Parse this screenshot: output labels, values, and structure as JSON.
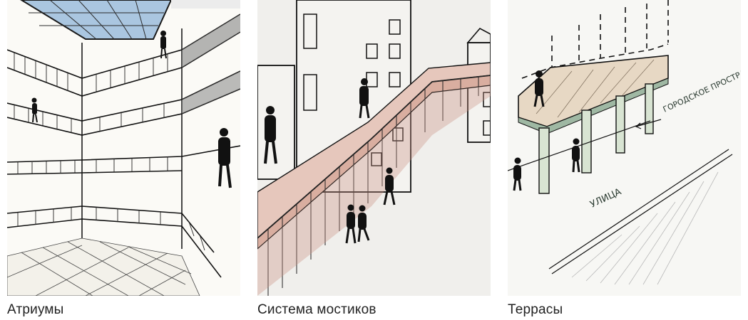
{
  "panels": [
    {
      "caption": "Атриумы"
    },
    {
      "caption": "Система мостиков"
    },
    {
      "caption": "Террасы",
      "sketch_labels": {
        "public_space": "ГОРОДСКОЕ ПРОСТРАНСТВО",
        "street": "УЛИЦА"
      }
    }
  ]
}
